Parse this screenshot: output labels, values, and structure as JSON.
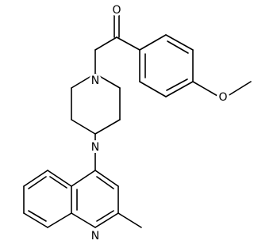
{
  "diagram": {
    "type": "chemical-structure",
    "name": "",
    "atom_labels": {
      "carbonyl_oxygen": "O",
      "ether_oxygen": "O",
      "piperazine_n1": "N",
      "piperazine_n4": "N",
      "quinoline_n": "N"
    },
    "bond_color": "#000000",
    "background": "#ffffff"
  }
}
